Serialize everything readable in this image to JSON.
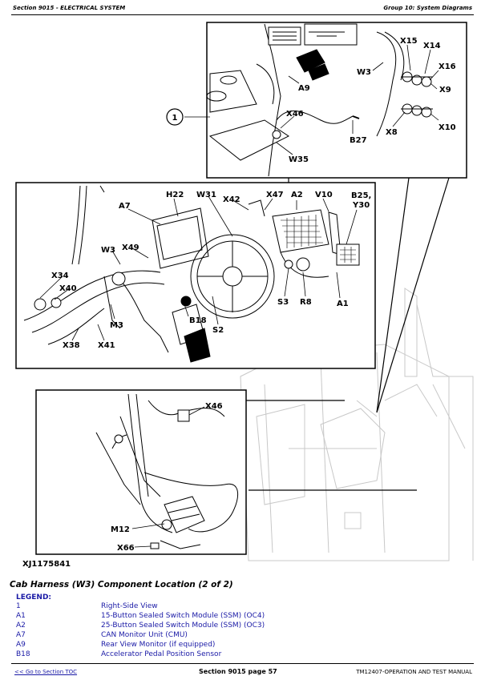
{
  "header": {
    "left": "Section 9015 - ELECTRICAL SYSTEM",
    "right": "Group 10: System Diagrams"
  },
  "figure": {
    "id": "XJ1175841",
    "callouts": {
      "c1": "1",
      "X15": "X15",
      "X14": "X14",
      "X16": "X16",
      "X9": "X9",
      "X10": "X10",
      "X8": "X8",
      "W3_top": "W3",
      "A9": "A9",
      "X46_top": "X46",
      "B27": "B27",
      "W35": "W35",
      "H22": "H22",
      "W31": "W31",
      "X42": "X42",
      "X47": "X47",
      "A2": "A2",
      "V10": "V10",
      "B25": "B25,",
      "Y30": "Y30",
      "A7": "A7",
      "W3_mid": "W3",
      "X49": "X49",
      "X34": "X34",
      "X40": "X40",
      "M3": "M3",
      "X38": "X38",
      "X41": "X41",
      "B18": "B18",
      "S2": "S2",
      "S3": "S3",
      "R8": "R8",
      "A1": "A1",
      "X46_low": "X46",
      "M12": "M12",
      "X66": "X66"
    }
  },
  "caption": "Cab Harness (W3) Component Location (2 of 2)",
  "legend": {
    "title": "LEGEND:",
    "items": [
      {
        "code": "1",
        "desc": "Right-Side View"
      },
      {
        "code": "A1",
        "desc": "15-Button Sealed Switch Module (SSM) (OC4)"
      },
      {
        "code": "A2",
        "desc": "25-Button Sealed Switch Module (SSM) (OC3)"
      },
      {
        "code": "A7",
        "desc": "CAN Monitor Unit (CMU)"
      },
      {
        "code": "A9",
        "desc": "Rear View Monitor (if equipped)"
      },
      {
        "code": "B18",
        "desc": "Accelerator Pedal Position Sensor"
      }
    ]
  },
  "footer": {
    "link": "<< Go to Section TOC",
    "center": "Section 9015 page 57",
    "right": "TM12407-OPERATION AND TEST MANUAL"
  }
}
